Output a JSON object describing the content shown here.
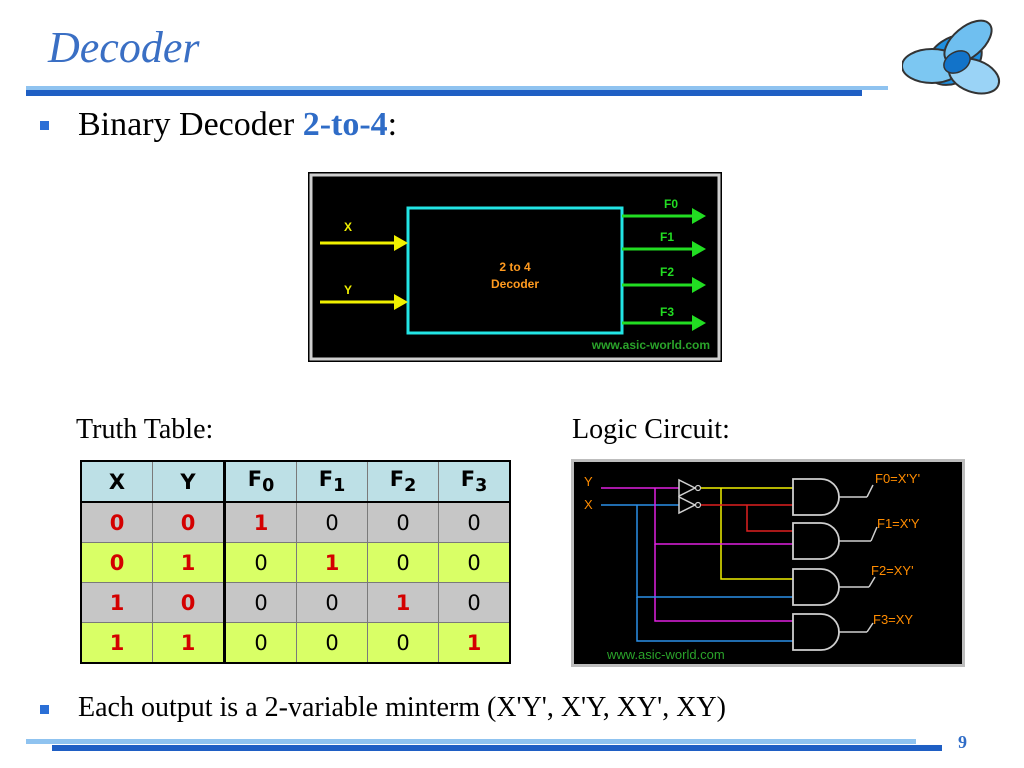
{
  "slide": {
    "title": "Decoder",
    "page_number": "9"
  },
  "bullets": {
    "b1_prefix": "Binary Decoder ",
    "b1_highlight": "2-to-4",
    "b1_suffix": ":",
    "b2": "Each output is a 2-variable minterm (X'Y', X'Y, XY', XY)"
  },
  "block_diagram": {
    "inputs": [
      "X",
      "Y"
    ],
    "outputs": [
      "F0",
      "F1",
      "F2",
      "F3"
    ],
    "box_line1": "2 to 4",
    "box_line2": "Decoder",
    "watermark": "www.asic-world.com"
  },
  "truth_table": {
    "label": "Truth Table:",
    "headers": [
      {
        "main": "X",
        "sub": ""
      },
      {
        "main": "Y",
        "sub": ""
      },
      {
        "main": "F",
        "sub": "0"
      },
      {
        "main": "F",
        "sub": "1"
      },
      {
        "main": "F",
        "sub": "2"
      },
      {
        "main": "F",
        "sub": "3"
      }
    ],
    "rows": [
      [
        "0",
        "0",
        "1",
        "0",
        "0",
        "0"
      ],
      [
        "0",
        "1",
        "0",
        "1",
        "0",
        "0"
      ],
      [
        "1",
        "0",
        "0",
        "0",
        "1",
        "0"
      ],
      [
        "1",
        "1",
        "0",
        "0",
        "0",
        "1"
      ]
    ]
  },
  "logic_circuit": {
    "label": "Logic Circuit:",
    "inputs": [
      "Y",
      "X"
    ],
    "outputs": [
      "F0=X'Y'",
      "F1=X'Y",
      "F2=XY'",
      "F3=XY"
    ],
    "watermark": "www.asic-world.com"
  },
  "colors": {
    "title": "#3a6fc4",
    "accent_rule": "#1f5fc4",
    "light_rule": "#8fc3f0",
    "input_wire": "#f0f000",
    "output_wire": "#22dd22",
    "box_border": "#22e5e5",
    "output_label": "#ff8c00",
    "red_one": "#d40000"
  }
}
